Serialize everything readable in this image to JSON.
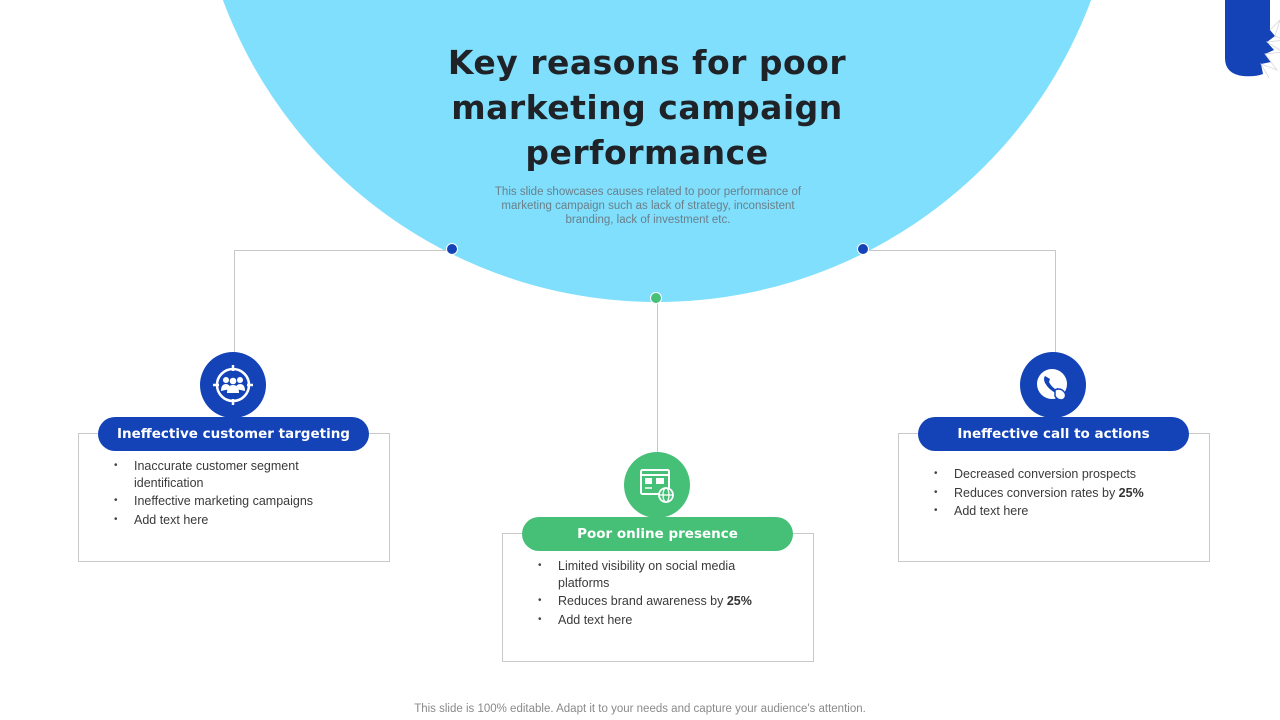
{
  "slide": {
    "title": "Key reasons for poor marketing campaign performance",
    "title_lines": [
      "Key reasons for poor",
      "marketing campaign",
      "performance"
    ],
    "subtitle": "This slide showcases causes related to poor performance of marketing campaign such as lack of strategy, inconsistent branding, lack of investment etc.",
    "footer": "This slide is 100% editable. Adapt it to your needs and capture your audience's attention."
  },
  "colors": {
    "circle": "#7fdffc",
    "blue": "#1443b8",
    "green": "#46bf77",
    "connector": "#c7c7c7"
  },
  "cards": [
    {
      "heading": "Ineffective customer targeting",
      "icon": "target-audience-icon",
      "color": "#1443b8",
      "bullets": [
        {
          "text": "Inaccurate customer segment identification"
        },
        {
          "text": "Ineffective  marketing campaigns"
        },
        {
          "text": "Add text here"
        }
      ]
    },
    {
      "heading": "Poor online presence",
      "icon": "web-globe-icon",
      "color": "#46bf77",
      "bullets": [
        {
          "text": "Limited visibility on social media platforms"
        },
        {
          "text": "Reduces brand awareness  by ",
          "bold": "25%"
        },
        {
          "text": "Add text here"
        }
      ]
    },
    {
      "heading": "Ineffective call to actions",
      "icon": "phone-call-icon",
      "color": "#1443b8",
      "bullets": [
        {
          "text": "Decreased conversion  prospects"
        },
        {
          "text": "Reduces conversion  rates by ",
          "bold": "25%"
        },
        {
          "text": "Add text here"
        }
      ]
    }
  ]
}
